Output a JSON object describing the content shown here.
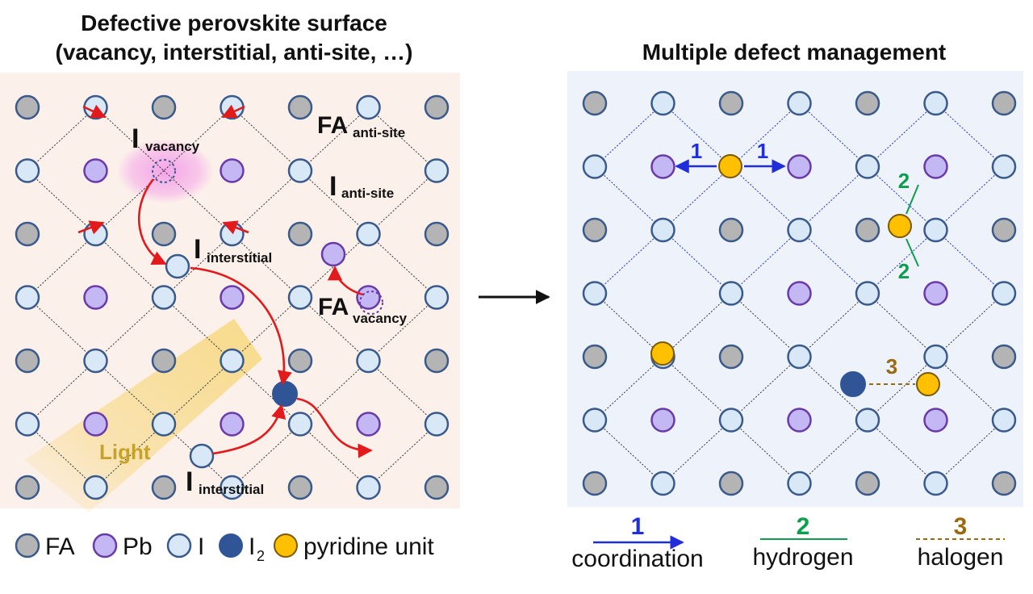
{
  "left_panel": {
    "title_line1": "Defective perovskite surface",
    "title_line2": "(vacancy, interstitial, anti-site, …)",
    "labels": {
      "i_vacancy_main": "I",
      "i_vacancy_sub": "vacancy",
      "fa_antisite_main": "FA",
      "fa_antisite_sub": "anti-site",
      "i_antisite_main": "I",
      "i_antisite_sub": "anti-site",
      "i_interstitial_1_main": "I",
      "i_interstitial_1_sub": "interstitial",
      "fa_vacancy_main": "FA",
      "fa_vacancy_sub": "vacancy",
      "i_interstitial_2_main": "I",
      "i_interstitial_2_sub": "interstitial",
      "light": "Light"
    }
  },
  "right_panel": {
    "title": "Multiple defect management",
    "bond_labels": {
      "coordination_left": "1",
      "coordination_right": "1",
      "hydrogen_top": "2",
      "hydrogen_bottom": "2",
      "halogen": "3"
    }
  },
  "legend": {
    "items": [
      {
        "label": "FA",
        "color": "#b4b4b4"
      },
      {
        "label": "Pb",
        "color": "#c4b8f4"
      },
      {
        "label": "I",
        "color": "#d8e8f6"
      },
      {
        "label": "I",
        "sub": "2",
        "color": "#2f5597"
      },
      {
        "label": "pyridine unit",
        "color": "#ffc000"
      }
    ]
  },
  "bond_legend": [
    {
      "number": "1",
      "name": "coordination",
      "color": "#1f2ed8"
    },
    {
      "number": "2",
      "name": "hydrogen",
      "color": "#0d9e4e"
    },
    {
      "number": "3",
      "name": "halogen",
      "color": "#9a6a10"
    }
  ],
  "colors": {
    "fa": "#b4b4b4",
    "pb": "#c4b8f4",
    "pb_stroke": "#6a3aa8",
    "iodide": "#d8e8f6",
    "i2": "#2f5597",
    "pyridine": "#ffc000",
    "atom_stroke": "#3a5a8c",
    "left_bg": "#fcf0ea",
    "right_bg": "#eef2fb",
    "arrow_red": "#e31a1c",
    "light_beam": "#f6d36a",
    "light_text": "#c7a22a",
    "vacancy_glow": "#f07ce8"
  }
}
